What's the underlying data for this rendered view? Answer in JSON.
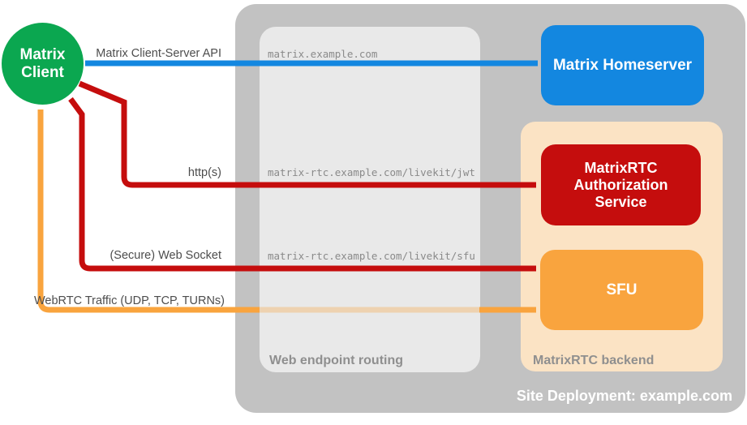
{
  "title": "MatrixRTC site deployment diagram",
  "colors": {
    "client_green": "#0ba750",
    "homeserver_blue": "#1387e0",
    "auth_red": "#c50d0d",
    "sfu_orange": "#f9a43e",
    "backend_peach": "#fbe3c4",
    "deployment_gray": "#c2c2c2",
    "routing_gray": "#e9e9e9"
  },
  "nodes": {
    "matrix_client": {
      "label": "Matrix Client"
    },
    "matrix_homeserver": {
      "label": "Matrix Homeserver"
    },
    "auth_service": {
      "label": "MatrixRTC Authorization Service"
    },
    "sfu": {
      "label": "SFU"
    }
  },
  "containers": {
    "site_deployment": {
      "label": "Site Deployment: example.com"
    },
    "web_endpoint_routing": {
      "label": "Web endpoint routing"
    },
    "matrixrtc_backend": {
      "label": "MatrixRTC backend"
    }
  },
  "edges": {
    "client_server_api": {
      "label": "Matrix Client-Server API",
      "url": "matrix.example.com",
      "color": "#1387e0"
    },
    "http_jwt": {
      "label": "http(s)",
      "url": "matrix-rtc.example.com/livekit/jwt",
      "color": "#c50d0d"
    },
    "websocket_sfu": {
      "label": "(Secure) Web Socket",
      "url": "matrix-rtc.example.com/livekit/sfu",
      "color": "#c50d0d"
    },
    "webrtc_traffic": {
      "label": "WebRTC Traffic (UDP, TCP, TURNs)",
      "color": "#f9a43e"
    }
  }
}
